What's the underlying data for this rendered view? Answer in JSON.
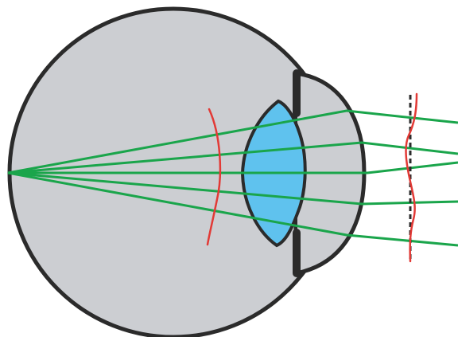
{
  "colors": {
    "background": "#ffffff",
    "eyeball_fill": "#ccced2",
    "outline": "#2b2b2b",
    "lens_fill": "#5fc2ee",
    "ray": "#1aa54b",
    "wavefront": "#e23a36",
    "reference_line": "#2b2b2b"
  },
  "diagram": {
    "elements": [
      "eyeball-outline",
      "cornea-bulge",
      "iris",
      "crystalline-lens",
      "light-rays",
      "internal-wavefront",
      "external-distorted-wavefront",
      "flat-reference-wavefront"
    ],
    "light_ray_count": 5
  }
}
